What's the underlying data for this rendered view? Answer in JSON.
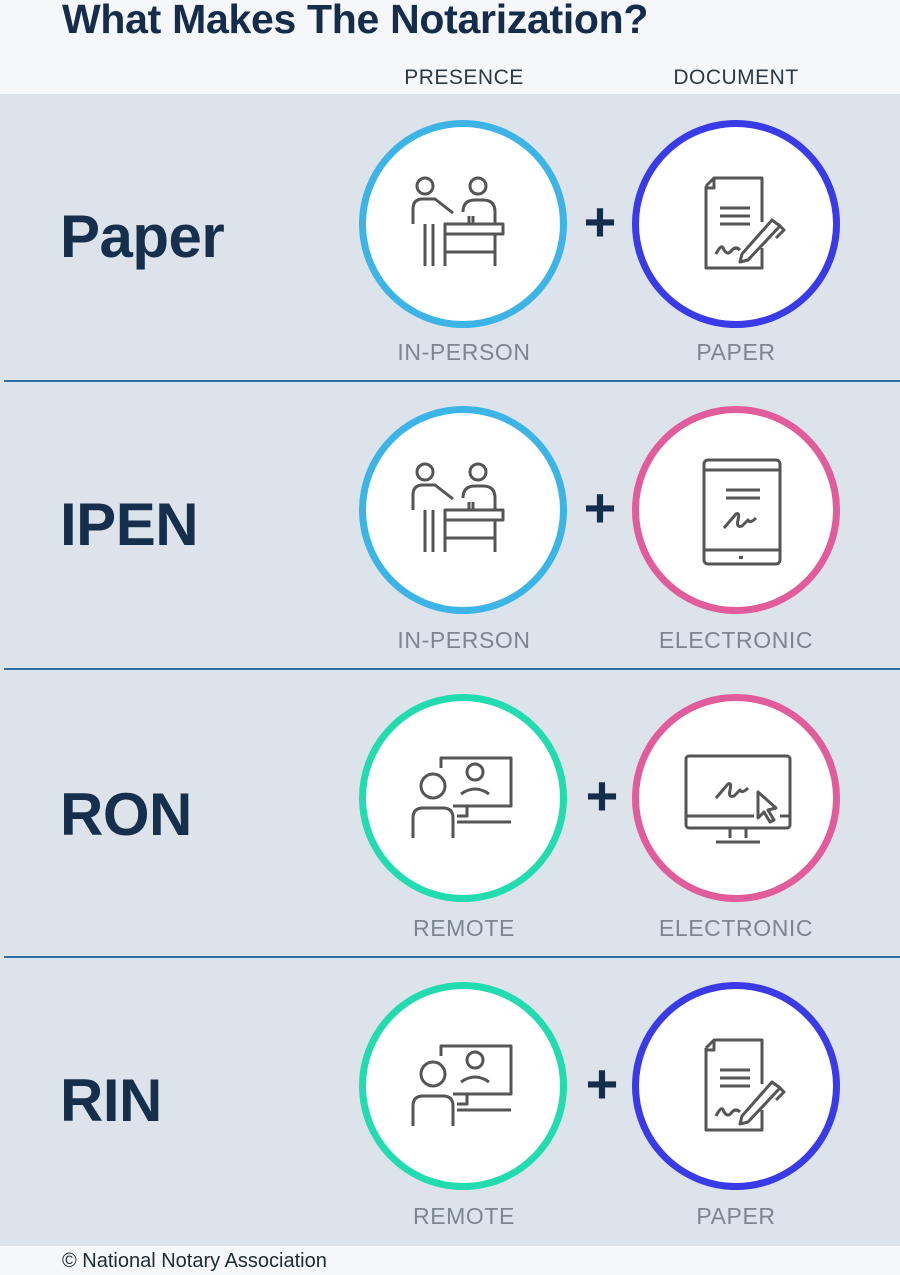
{
  "title": "What Makes The Notarization?",
  "columns": {
    "presence": "PRESENCE",
    "document": "DOCUMENT"
  },
  "colors": {
    "in_person": "#3db4e6",
    "remote": "#22dcb0",
    "paper": "#3a3ae6",
    "electronic": "#e05c9a",
    "label": "#162f4c",
    "separator": "#2e6fa0",
    "panel": "#dce3ea"
  },
  "rows": [
    {
      "label": "Paper",
      "presence": "IN-PERSON",
      "presence_icon": "people-at-desk-icon",
      "document": "PAPER",
      "document_icon": "paper-document-signing-icon",
      "operator": "+"
    },
    {
      "label": "IPEN",
      "presence": "IN-PERSON",
      "presence_icon": "people-at-desk-icon",
      "document": "ELECTRONIC",
      "document_icon": "tablet-signature-icon",
      "operator": "+"
    },
    {
      "label": "RON",
      "presence": "REMOTE",
      "presence_icon": "video-call-icon",
      "document": "ELECTRONIC",
      "document_icon": "monitor-signature-icon",
      "operator": "+"
    },
    {
      "label": "RIN",
      "presence": "REMOTE",
      "presence_icon": "video-call-icon",
      "document": "PAPER",
      "document_icon": "paper-document-signing-icon",
      "operator": "+"
    }
  ],
  "footer": "© National Notary Association"
}
